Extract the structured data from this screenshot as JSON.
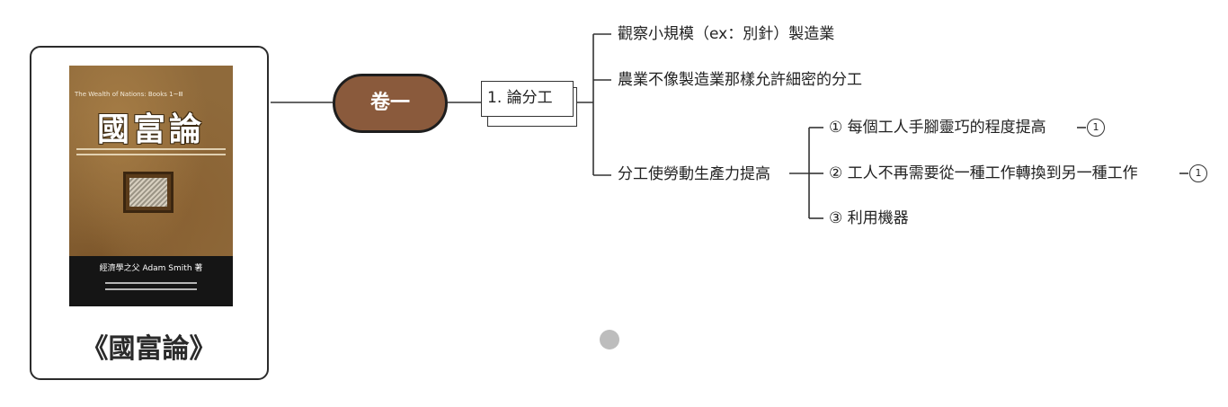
{
  "book": {
    "label": "《國富論》",
    "cover": {
      "subtitle": "The Wealth of Nations: Books 1~Ⅲ",
      "title": "國富論",
      "author": "經濟學之父 Adam Smith 著"
    }
  },
  "volume": {
    "label": "卷一"
  },
  "topic": {
    "label": "1. 論分工"
  },
  "branches": [
    {
      "label": "觀察小規模（ex：別針）製造業"
    },
    {
      "label": "農業不像製造業那樣允許細密的分工"
    },
    {
      "label": "分工使勞動生產力提高",
      "children": [
        {
          "label": "① 每個工人手腳靈巧的程度提高",
          "badge": "1"
        },
        {
          "label": "② 工人不再需要從一種工作轉換到另一種工作",
          "badge": "1"
        },
        {
          "label": "③ 利用機器"
        }
      ]
    }
  ],
  "colors": {
    "volume_fill": "#8a5a3c",
    "outline": "#1e1e1e",
    "dot": "#bdbdbd"
  }
}
